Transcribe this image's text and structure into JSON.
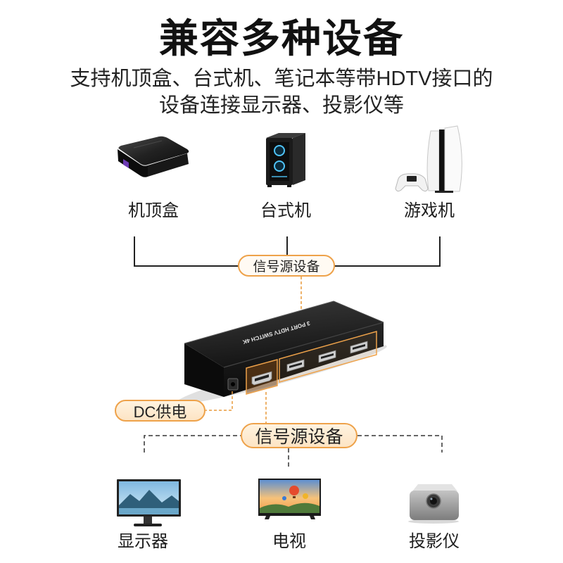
{
  "title": "兼容多种设备",
  "subtitle_lines": [
    "支持机顶盒、台式机、笔记本等带HDTV接口的",
    "设备连接显示器、投影仪等"
  ],
  "sources": {
    "group_label": "信号源设备",
    "devices": [
      {
        "label": "机顶盒",
        "icon": "set-top-box-icon"
      },
      {
        "label": "台式机",
        "icon": "desktop-pc-icon"
      },
      {
        "label": "游戏机",
        "icon": "game-console-icon"
      }
    ]
  },
  "switch": {
    "device_label": "3 PORT HDTV SWITCH 4K",
    "power_label": "DC供电",
    "output_label": "信号源设备",
    "icon": "hdmi-switch-icon"
  },
  "outputs": {
    "devices": [
      {
        "label": "显示器",
        "icon": "monitor-icon"
      },
      {
        "label": "电视",
        "icon": "tv-icon"
      },
      {
        "label": "投影仪",
        "icon": "projector-icon"
      }
    ]
  },
  "colors": {
    "accent": "#eea24a",
    "pill_fill": "#fde4c4",
    "text": "#1a1a1a",
    "line": "#222222"
  }
}
